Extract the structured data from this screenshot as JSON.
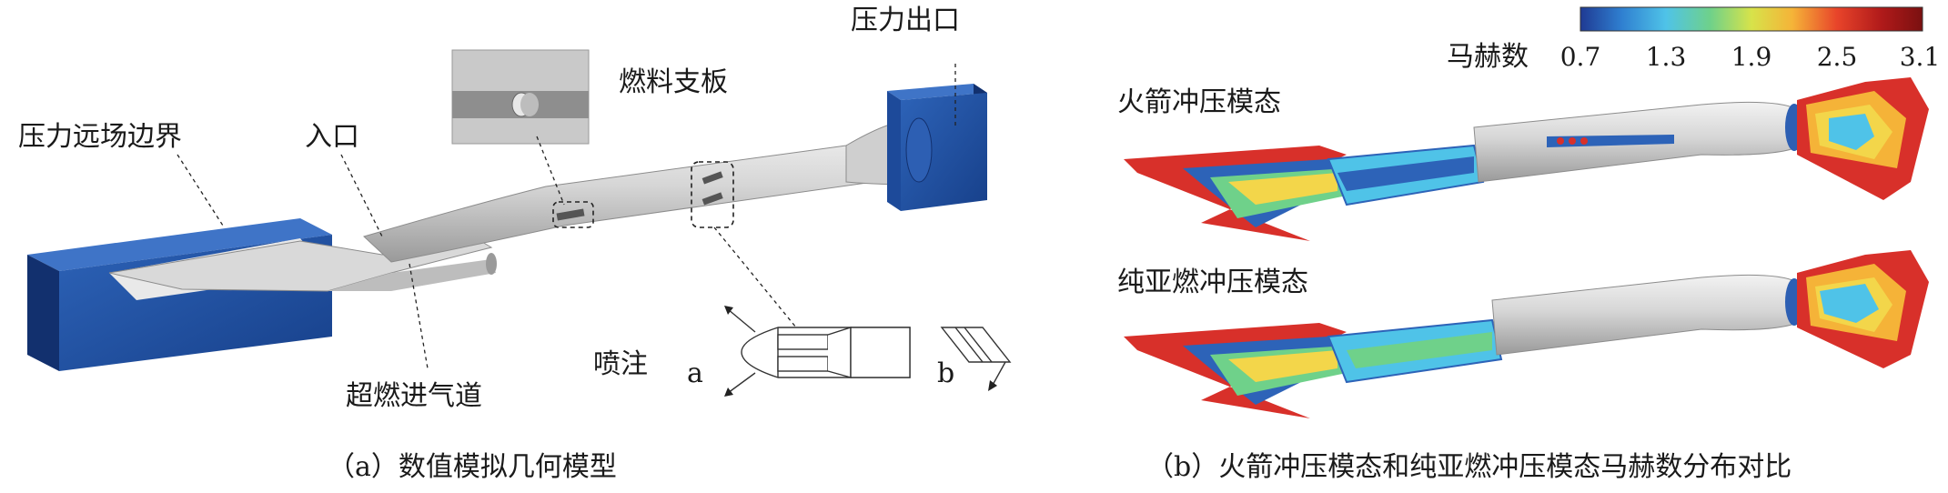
{
  "panel_a": {
    "caption": "（a）数值模拟几何模型",
    "labels": {
      "far_field": "压力远场边界",
      "inlet": "入口",
      "outlet": "压力出口",
      "strut": "燃料支板",
      "intake": "超燃进气道",
      "injection": "喷注",
      "sub_a": "a",
      "sub_b": "b"
    }
  },
  "panel_b": {
    "caption": "（b）火箭冲压模态和纯亚燃冲压模态马赫数分布对比",
    "mode_rocket": "火箭冲压模态",
    "mode_pure": "纯亚燃冲压模态",
    "colorbar": {
      "title": "马赫数",
      "ticks": [
        "0.7",
        "1.3",
        "1.9",
        "2.5",
        "3.1"
      ],
      "range": [
        0.7,
        3.1
      ],
      "colors": [
        "#1f3a93",
        "#2f7fd0",
        "#4fc3e8",
        "#6fd18a",
        "#d7e34a",
        "#f5b338",
        "#e8442a",
        "#b01a1a",
        "#7a1010"
      ]
    }
  }
}
